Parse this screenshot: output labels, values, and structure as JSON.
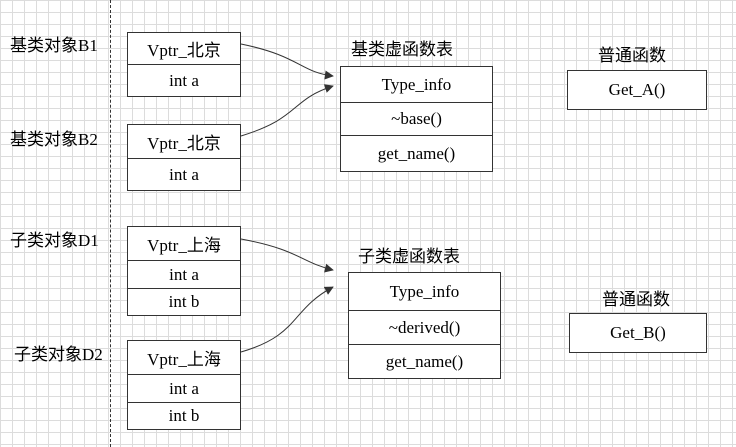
{
  "objects": {
    "b1": {
      "label": "基类对象B1",
      "vptr": "Vptr_北京",
      "fields": [
        "int a"
      ]
    },
    "b2": {
      "label": "基类对象B2",
      "vptr": "Vptr_北京",
      "fields": [
        "int a"
      ]
    },
    "d1": {
      "label": "子类对象D1",
      "vptr": "Vptr_上海",
      "fields": [
        "int a",
        "int b"
      ]
    },
    "d2": {
      "label": "子类对象D2",
      "vptr": "Vptr_上海",
      "fields": [
        "int a",
        "int b"
      ]
    }
  },
  "base_vtable": {
    "title": "基类虚函数表",
    "entries": [
      "Type_info",
      "~base()",
      "get_name()"
    ]
  },
  "derived_vtable": {
    "title": "子类虚函数表",
    "entries": [
      "Type_info",
      "~derived()",
      "get_name()"
    ]
  },
  "func_a": {
    "title": "普通函数",
    "name": "Get_A()"
  },
  "func_b": {
    "title": "普通函数",
    "name": "Get_B()"
  }
}
